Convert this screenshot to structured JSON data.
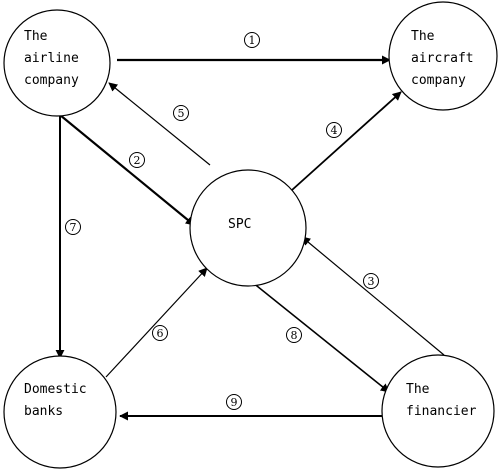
{
  "nodes": [
    {
      "id": "airline",
      "lines": [
        "The",
        "airline",
        "company"
      ]
    },
    {
      "id": "aircraft",
      "lines": [
        "The",
        "aircraft",
        "company"
      ]
    },
    {
      "id": "spc",
      "lines": [
        "SPC"
      ]
    },
    {
      "id": "banks",
      "lines": [
        "Domestic",
        "banks"
      ]
    },
    {
      "id": "financier",
      "lines": [
        "The",
        "financier"
      ]
    }
  ],
  "edges": [
    {
      "id": "e1",
      "number": "1",
      "from": "airline",
      "to": "aircraft"
    },
    {
      "id": "e2",
      "number": "2",
      "from": "airline",
      "to": "spc"
    },
    {
      "id": "e3",
      "number": "3",
      "from": "financier",
      "to": "spc"
    },
    {
      "id": "e4",
      "number": "4",
      "from": "spc",
      "to": "aircraft"
    },
    {
      "id": "e5",
      "number": "5",
      "from": "spc",
      "to": "airline"
    },
    {
      "id": "e6",
      "number": "6",
      "from": "banks",
      "to": "spc"
    },
    {
      "id": "e7",
      "number": "7",
      "from": "airline",
      "to": "banks"
    },
    {
      "id": "e8",
      "number": "8",
      "from": "spc",
      "to": "financier"
    },
    {
      "id": "e9",
      "number": "9",
      "from": "financier",
      "to": "banks"
    }
  ]
}
